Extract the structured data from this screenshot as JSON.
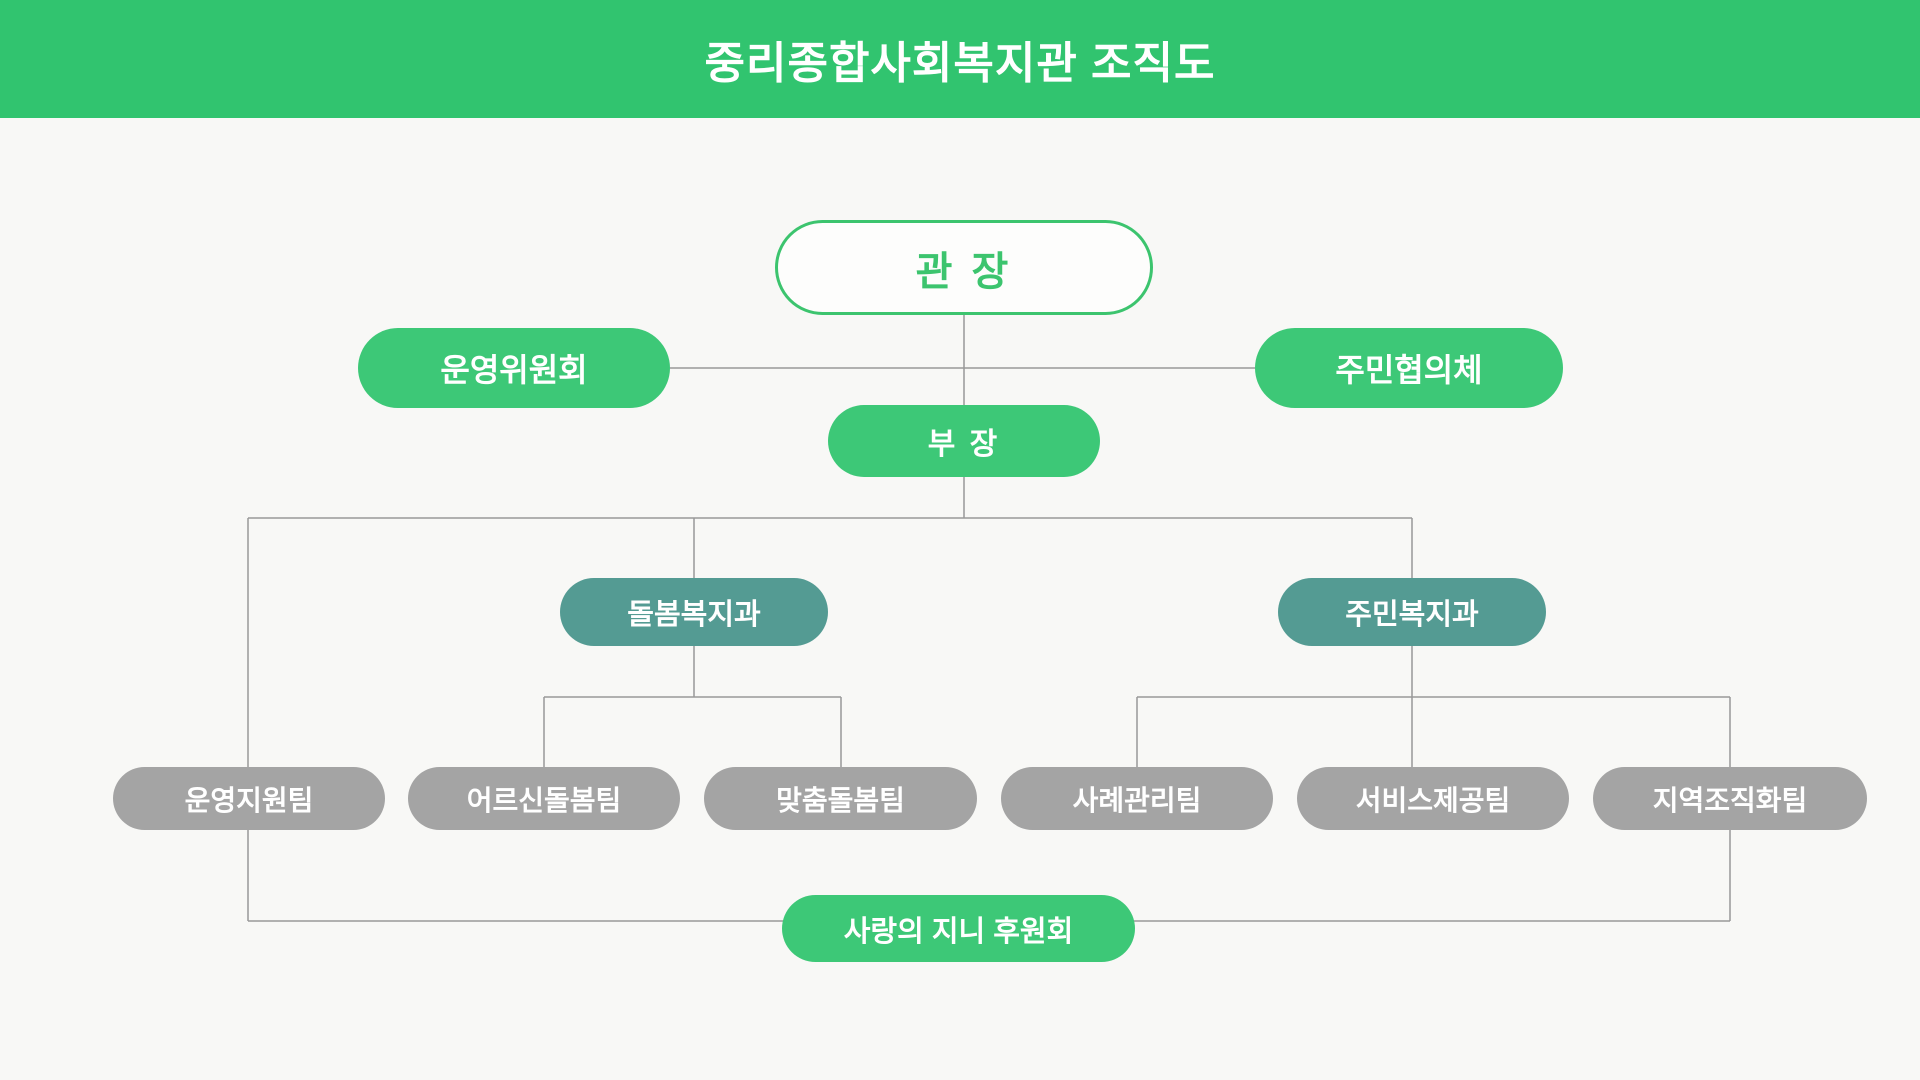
{
  "title": "중리종합사회복지관 조직도",
  "org": {
    "director": {
      "label": "관 장"
    },
    "advisory": [
      {
        "label": "운영위원회"
      },
      {
        "label": "주민협의체"
      }
    ],
    "manager": {
      "label": "부 장"
    },
    "departments": [
      {
        "label": "돌봄복지과"
      },
      {
        "label": "주민복지과"
      }
    ],
    "teams": [
      {
        "label": "운영지원팀"
      },
      {
        "label": "어르신돌봄팀"
      },
      {
        "label": "맞춤돌봄팀"
      },
      {
        "label": "사례관리팀"
      },
      {
        "label": "서비스제공팀"
      },
      {
        "label": "지역조직화팀"
      }
    ],
    "supporters": {
      "label": "사랑의 지니 후원회"
    }
  },
  "colors": {
    "header_green": "#31c46f",
    "node_green": "#3dc877",
    "node_teal": "#549b93",
    "node_gray": "#a4a4a4",
    "director_outline": "#3cc46e",
    "connector": "#999999",
    "background": "#f8f8f6"
  }
}
